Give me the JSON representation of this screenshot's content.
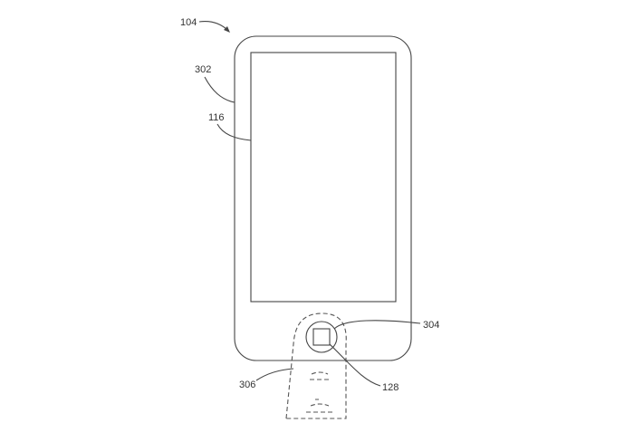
{
  "labels": {
    "device": "104",
    "housing": "302",
    "display": "116",
    "button_ring": "304",
    "finger": "306",
    "sensor": "128"
  },
  "colors": {
    "line": "#444444",
    "background": "#ffffff"
  }
}
